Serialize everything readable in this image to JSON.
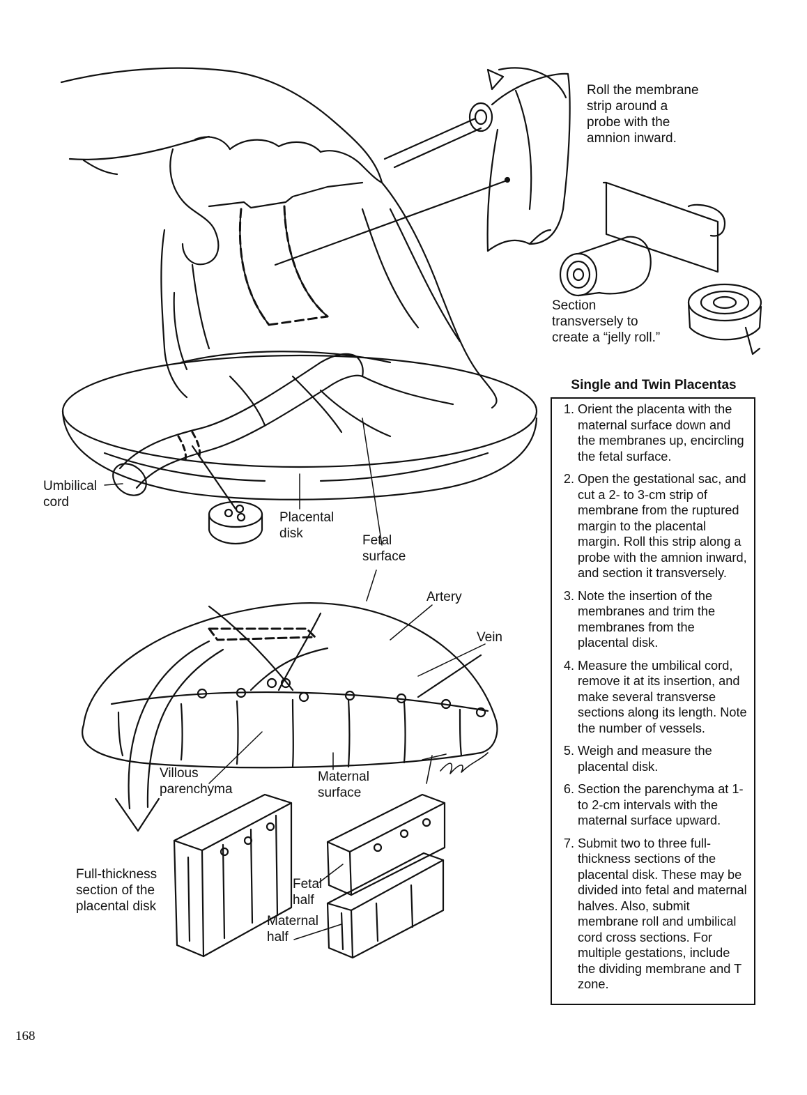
{
  "labels": {
    "roll_caption": [
      "Roll the membrane",
      "strip around a",
      "probe with the",
      "amnion inward."
    ],
    "section_caption": [
      "Section",
      "transversely to",
      "create a “jelly roll.”"
    ],
    "umbilical_cord": [
      "Umbilical",
      "cord"
    ],
    "placental_disk": [
      "Placental",
      "disk"
    ],
    "fetal_surface": [
      "Fetal",
      "surface"
    ],
    "artery": "Artery",
    "vein": "Vein",
    "villous_parenchyma": [
      "Villous",
      "parenchyma"
    ],
    "maternal_surface": [
      "Maternal",
      "surface"
    ],
    "full_thickness": [
      "Full-thickness",
      "section of the",
      "placental disk"
    ],
    "fetal_half": [
      "Fetal",
      "half"
    ],
    "maternal_half": [
      "Maternal",
      "half"
    ]
  },
  "sidebar": {
    "heading": "Single and Twin Placentas",
    "steps": [
      {
        "num": "1.",
        "text": "Orient the placenta with the maternal surface down and the membranes up, encircling the fetal surface."
      },
      {
        "num": "2.",
        "text": "Open the gestational sac, and cut a 2- to 3-cm strip of membrane from the ruptured margin to the placental margin. Roll this strip along a probe with the amnion inward, and section it transversely."
      },
      {
        "num": "3.",
        "text": "Note the insertion of the membranes and trim the membranes from the placental disk."
      },
      {
        "num": "4.",
        "text": "Measure the umbilical cord, remove it at its insertion, and make several transverse sections along its length. Note the number of vessels."
      },
      {
        "num": "5.",
        "text": "Weigh and measure the placental disk."
      },
      {
        "num": "6.",
        "text": "Section the parenchyma at 1- to 2-cm intervals with the maternal surface upward."
      },
      {
        "num": "7.",
        "text": "Submit two to three full-thickness sections of the placental disk. These may be divided into fetal and maternal halves. Also, submit membrane roll and umbilical cord cross sections. For multiple gestations, include the dividing membrane and T zone."
      }
    ]
  },
  "page_number": "168"
}
